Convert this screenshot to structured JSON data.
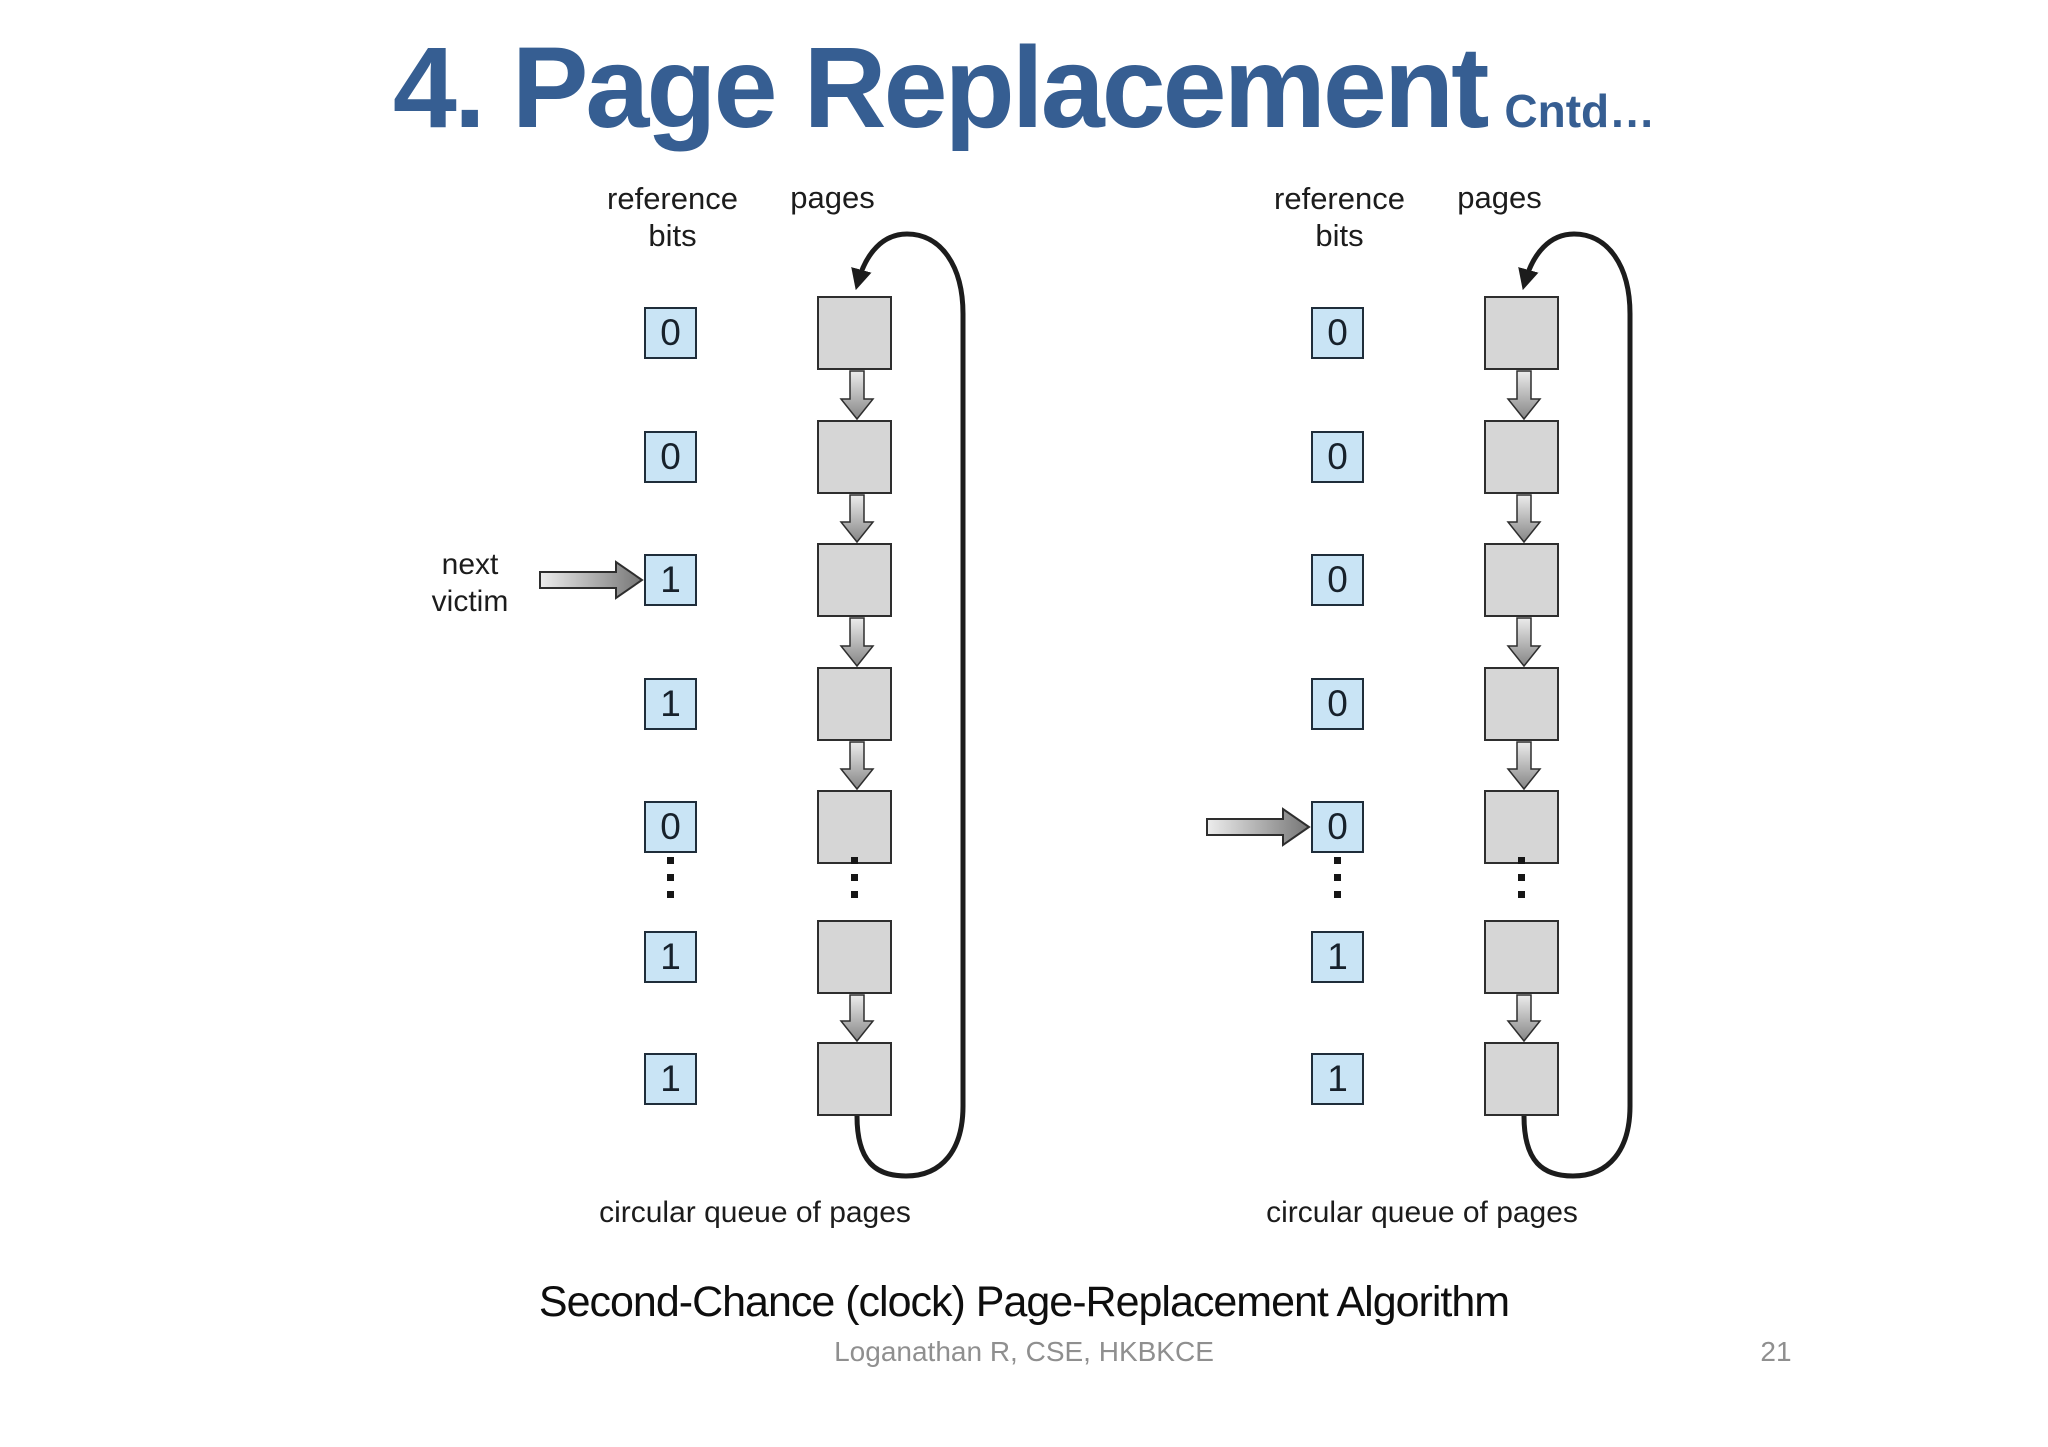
{
  "slide": {
    "title": {
      "main": "4. Page Replacement",
      "suffix": "Cntd…"
    },
    "caption": "Second-Chance (clock) Page-Replacement Algorithm",
    "footer": {
      "author": "Loganathan R, CSE, HKBKCE",
      "page_number": "21"
    }
  },
  "colors": {
    "title_blue": "#365E92",
    "reference_bit_fill": "#C9E4F5",
    "reference_bit_border": "#1F2D3A",
    "page_box_fill": "#D6D6D6",
    "page_box_border": "#2E2E2E",
    "loop_line": "#1C1C1C",
    "footer_gray": "#8F8F8F"
  },
  "diagrams": [
    {
      "side": "left",
      "reference_bits_label": "reference\nbits",
      "pages_label": "pages",
      "queue_label": "circular queue of pages",
      "pointer_label": "next\nvictim",
      "pointer_row": 3,
      "bits": [
        "0",
        "0",
        "1",
        "1",
        "0",
        "1",
        "1"
      ]
    },
    {
      "side": "right",
      "reference_bits_label": "reference\nbits",
      "pages_label": "pages",
      "queue_label": "circular queue of pages",
      "pointer_row": 5,
      "bits": [
        "0",
        "0",
        "0",
        "0",
        "0",
        "1",
        "1"
      ]
    }
  ]
}
